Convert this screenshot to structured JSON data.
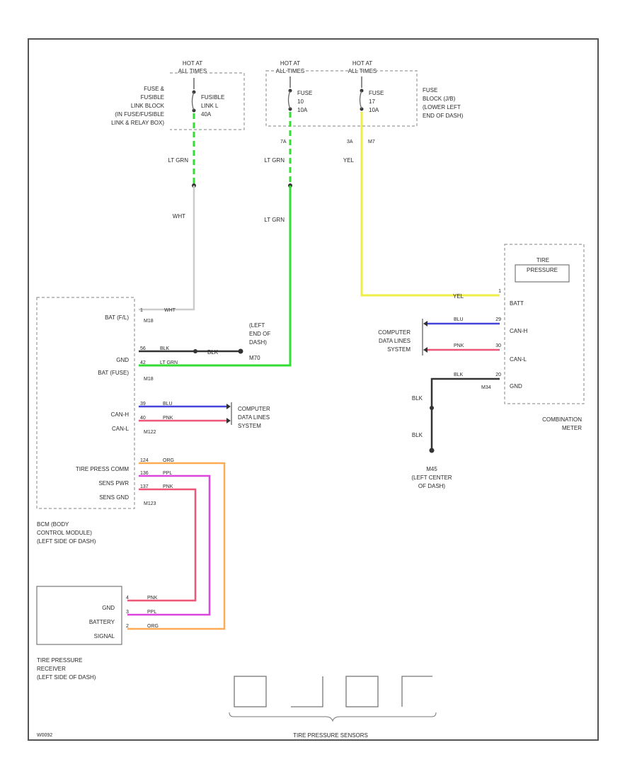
{
  "hot_labels": [
    {
      "line1": "HOT AT",
      "line2": "ALL TIMES"
    },
    {
      "line1": "HOT AT",
      "line2": "ALL TIMES"
    },
    {
      "line1": "HOT AT",
      "line2": "ALL TIMES"
    }
  ],
  "fusible_link_block": {
    "label": [
      "FUSE &",
      "FUSIBLE",
      "LINK BLOCK",
      "(IN FUSE/FUSIBLE",
      "LINK & RELAY BOX)"
    ],
    "fuse": [
      "FUSIBLE",
      "LINK L",
      "40A"
    ]
  },
  "fuse_block": {
    "label": [
      "FUSE",
      "BLOCK (J/B)",
      "(LOWER LEFT",
      "END OF DASH)"
    ],
    "fuse_a": [
      "FUSE",
      "10",
      "10A"
    ],
    "fuse_b": [
      "FUSE",
      "17",
      "10A"
    ],
    "pin_a": "7A",
    "pin_b": "3A",
    "pin_b2": "M7"
  },
  "wire_labels": {
    "lt_grn_1": "LT GRN",
    "lt_grn_2": "LT GRN",
    "lt_grn_3": "LT GRN",
    "wht": "WHT",
    "yel": "YEL",
    "yel_2": "YEL",
    "blk_1": "BLK",
    "blk_2": "BLK",
    "blk_3": "BLK"
  },
  "bcm": {
    "pins": [
      {
        "label": "BAT (F/L)",
        "pin": "1",
        "color": "WHT",
        "conn": "M18"
      },
      {
        "label": "GND",
        "pin": "56",
        "color": "BLK"
      },
      {
        "label": "BAT (FUSE)",
        "pin": "42",
        "color": "LT GRN",
        "conn": "M18"
      },
      {
        "label": "CAN-H",
        "pin": "39",
        "color": "BLU"
      },
      {
        "label": "CAN-L",
        "pin": "40",
        "color": "PNK",
        "conn": "M122"
      },
      {
        "label": "TIRE PRESS COMM",
        "pin": "124",
        "color": "ORG"
      },
      {
        "label": "SENS PWR",
        "pin": "136",
        "color": "PPL"
      },
      {
        "label": "SENS GND",
        "pin": "137",
        "color": "PNK",
        "conn": "M123"
      }
    ],
    "name": [
      "BCM (BODY",
      "CONTROL MODULE)",
      "(LEFT SIDE OF DASH)"
    ]
  },
  "ground_bcm": {
    "label": [
      "(LEFT",
      "END OF",
      "DASH)",
      "M70"
    ]
  },
  "computer_data_1": [
    "COMPUTER",
    "DATA LINES",
    "SYSTEM"
  ],
  "computer_data_2": [
    "COMPUTER",
    "DATA LINES",
    "SYSTEM"
  ],
  "combination_meter": {
    "title": [
      "TIRE",
      "PRESSURE"
    ],
    "pins": [
      {
        "label": "BATT",
        "pin": "1"
      },
      {
        "label": "CAN-H",
        "pin": "29",
        "color": "BLU"
      },
      {
        "label": "CAN-L",
        "pin": "30",
        "color": "PNK"
      },
      {
        "label": "GND",
        "pin": "20",
        "color": "BLK",
        "conn": "M34"
      }
    ],
    "name": [
      "COMBINATION",
      "METER"
    ]
  },
  "ground_meter": {
    "label": [
      "M45",
      "(LEFT CENTER",
      "OF DASH)"
    ]
  },
  "receiver": {
    "pins": [
      {
        "label": "GND",
        "pin": "4",
        "color": "PNK"
      },
      {
        "label": "BATTERY",
        "pin": "3",
        "color": "PPL"
      },
      {
        "label": "SIGNAL",
        "pin": "2",
        "color": "ORG"
      }
    ],
    "name": [
      "TIRE PRESSURE",
      "RECEIVER",
      "(LEFT SIDE OF DASH)"
    ]
  },
  "sensors": {
    "label": "TIRE PRESSURE SENSORS"
  },
  "footer": {
    "code": "W0092"
  },
  "colors": {
    "lt_grn": "#33dd33",
    "yel": "#eeee44",
    "wht": "#cccccc",
    "blk": "#333333",
    "blu": "#4444dd",
    "pnk": "#ee5577",
    "ppl": "#dd44dd",
    "org": "#ffaa55"
  }
}
